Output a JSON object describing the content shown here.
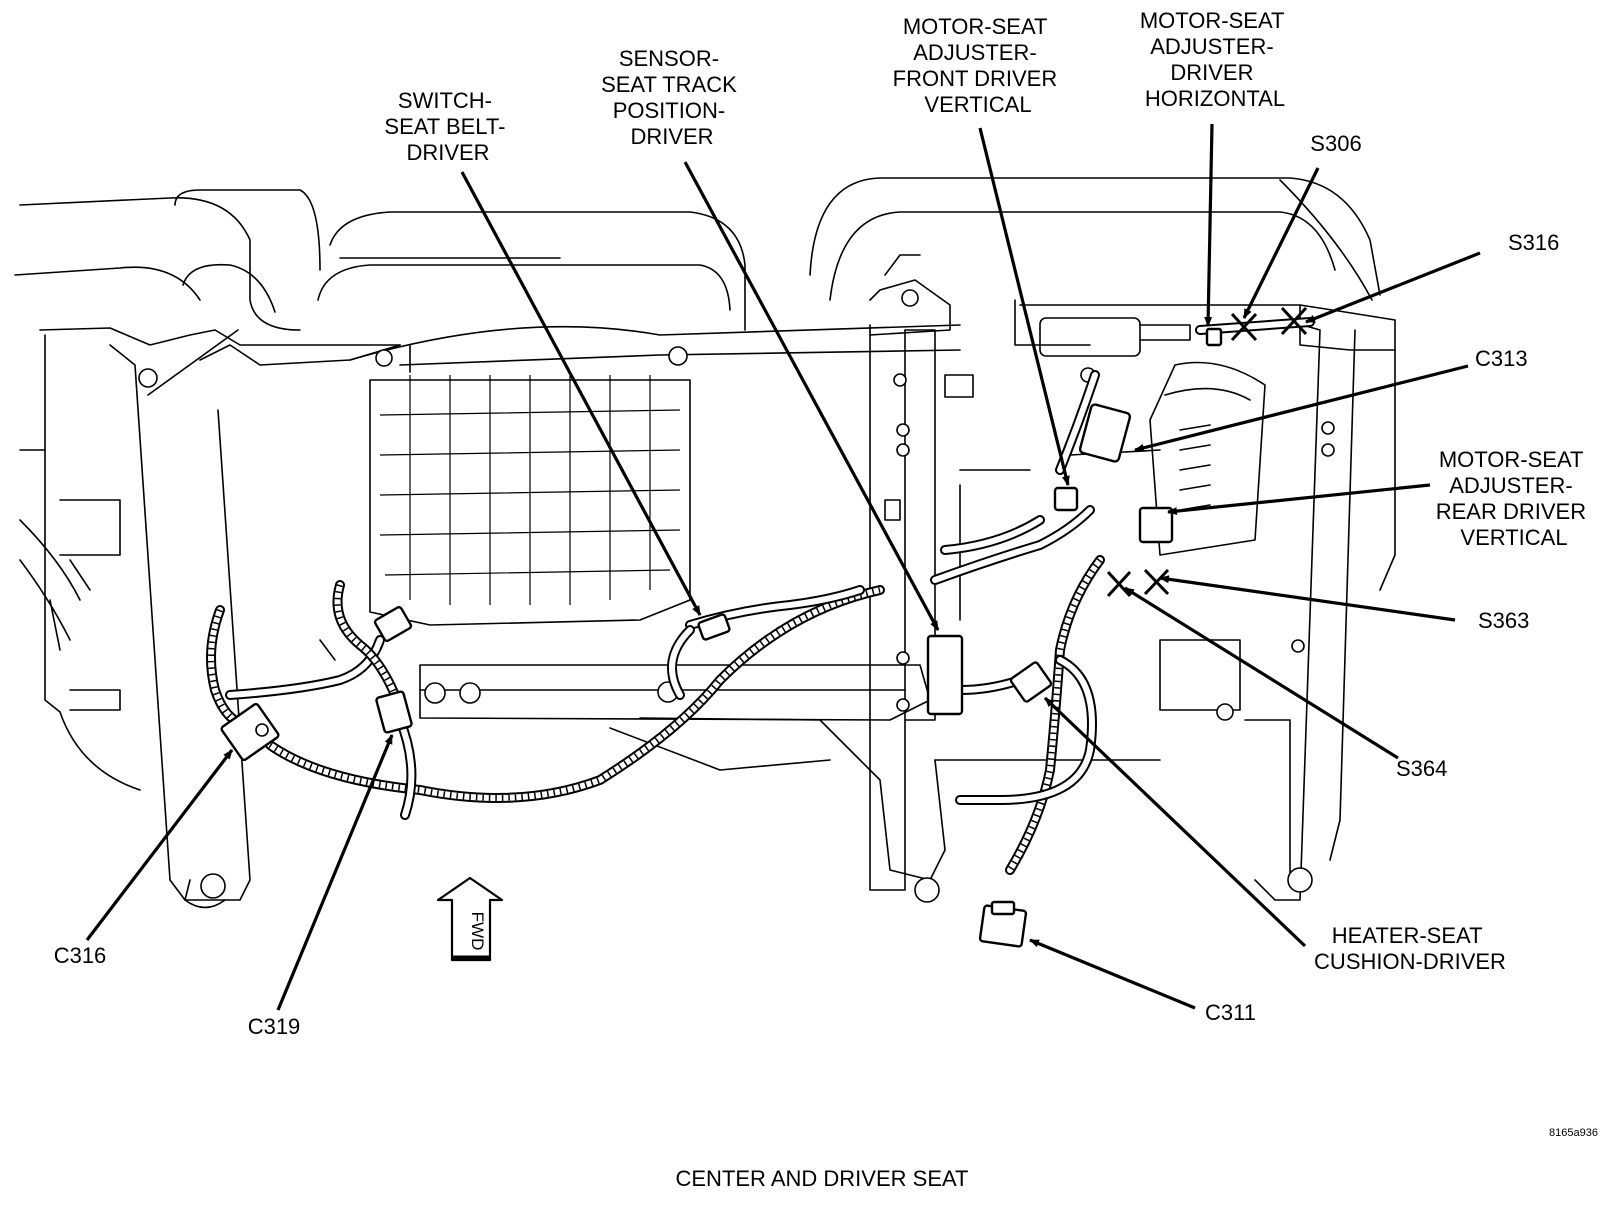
{
  "caption": "CENTER AND DRIVER SEAT",
  "figure_id": "8165a936",
  "fwd_label": "FWD",
  "labels": {
    "switch_seat_belt": [
      "SWITCH-",
      "SEAT BELT-",
      "DRIVER"
    ],
    "sensor_seat_track": [
      "SENSOR-",
      "SEAT TRACK",
      "POSITION-",
      "DRIVER"
    ],
    "motor_front_vertical": [
      "MOTOR-SEAT",
      "ADJUSTER-",
      "FRONT DRIVER",
      "VERTICAL"
    ],
    "motor_horizontal": [
      "MOTOR-SEAT",
      "ADJUSTER-",
      "DRIVER",
      "HORIZONTAL"
    ],
    "s306": "S306",
    "s316": "S316",
    "c313": "C313",
    "motor_rear_vertical": [
      "MOTOR-SEAT",
      "ADJUSTER-",
      "REAR DRIVER",
      "VERTICAL"
    ],
    "s363": "S363",
    "s364": "S364",
    "heater_seat_cushion": [
      "HEATER-SEAT",
      "CUSHION-DRIVER"
    ],
    "c311": "C311",
    "c316": "C316",
    "c319": "C319"
  }
}
